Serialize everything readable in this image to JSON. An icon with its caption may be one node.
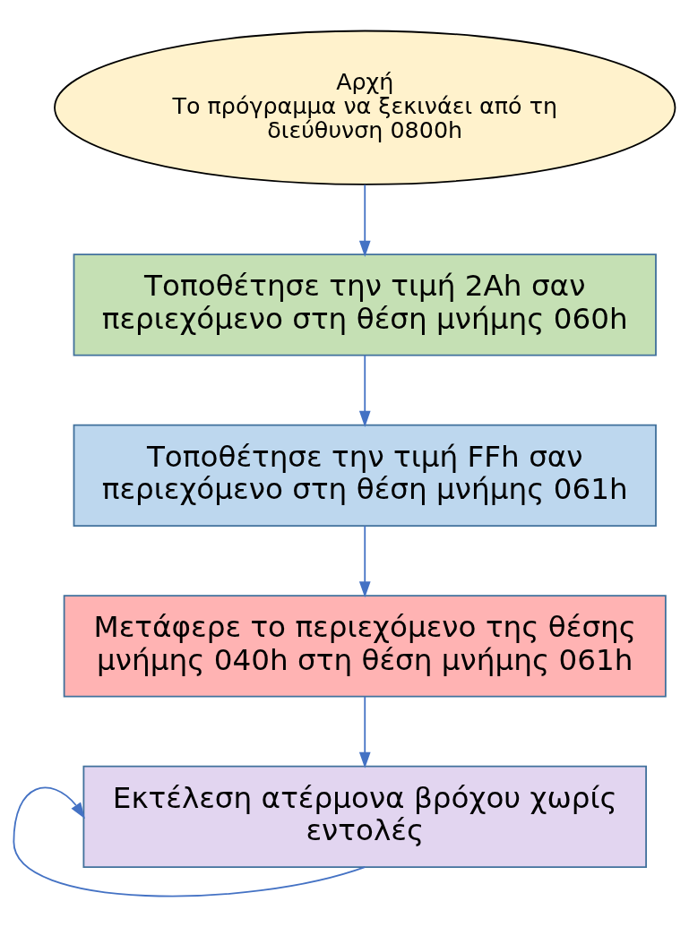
{
  "diagram": {
    "nodes": [
      {
        "text": [
          "Αρχή",
          "Το πρόγραμμα να ξεκινάει από τη διεύθυνση 0800h"
        ]
      },
      {
        "text": [
          "Τοποθέτησε την τιμή 2Ah σαν περιεχόμενο στη θέση μνήμης 060h"
        ]
      },
      {
        "text": [
          "Τοποθέτησε την τιμή FFh σαν περιεχόμενο στη θέση μνήμης 061h"
        ]
      },
      {
        "text": [
          "Μετάφερε το περιεχόμενο της θέσης μνήμης 040h στη θέση μνήμης 061h"
        ]
      },
      {
        "text": [
          "Εκτέλεση ατέρμονα βρόχου χωρίς εντολές"
        ]
      }
    ],
    "edges": [
      {
        "from": 0,
        "to": 1,
        "arrow": "to"
      },
      {
        "from": 1,
        "to": 2,
        "arrow": "to"
      },
      {
        "from": 2,
        "to": 3,
        "arrow": "to"
      },
      {
        "from": 3,
        "to": 4,
        "arrow": "to"
      },
      {
        "from": 4,
        "to": 4,
        "arrow": "to"
      }
    ]
  }
}
